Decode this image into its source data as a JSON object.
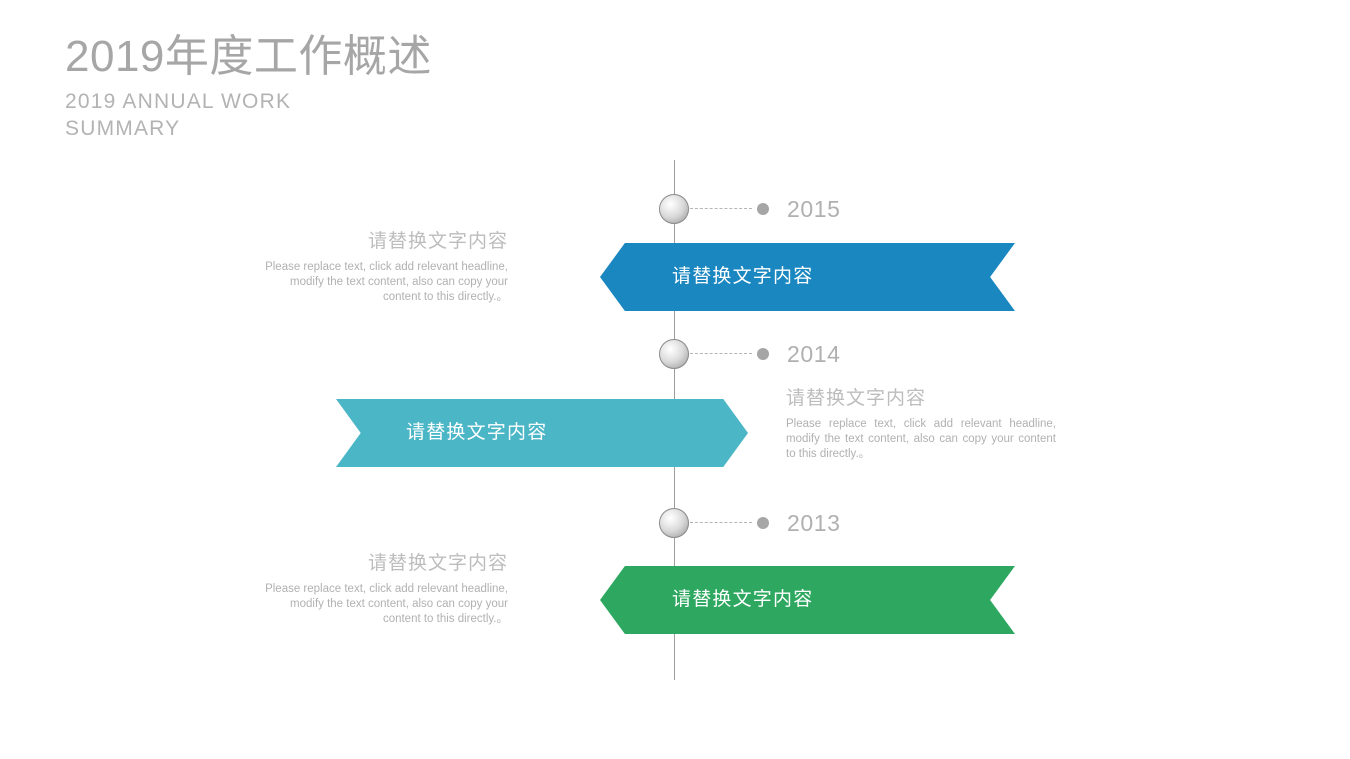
{
  "header": {
    "title_cn": "2019年度工作概述",
    "title_en_line1": "2019 ANNUAL WORK",
    "title_en_line2": "SUMMARY",
    "title_color": "#a6a6a6"
  },
  "timeline": {
    "spine_color": "#9d9d9d",
    "node_color": "#b0b0b0",
    "rows": [
      {
        "year": "2015",
        "banner": {
          "label": "请替换文字内容",
          "color": "#1a87c0",
          "direction": "left"
        },
        "text": {
          "heading": "请替换文字内容",
          "body": "Please replace text, click add relevant headline, modify the text content, also can copy your content to this directly.。",
          "align": "right"
        }
      },
      {
        "year": "2014",
        "banner": {
          "label": "请替换文字内容",
          "color": "#4bb6c6",
          "direction": "right"
        },
        "text": {
          "heading": "请替换文字内容",
          "body": "Please replace text, click add relevant headline, modify the text content, also can copy your content to this directly.。",
          "align": "left"
        }
      },
      {
        "year": "2013",
        "banner": {
          "label": "请替换文字内容",
          "color": "#2ea860",
          "direction": "left"
        },
        "text": {
          "heading": "请替换文字内容",
          "body": "Please replace text, click add relevant headline, modify the text content, also can copy your content to this directly.。",
          "align": "right"
        }
      }
    ]
  }
}
